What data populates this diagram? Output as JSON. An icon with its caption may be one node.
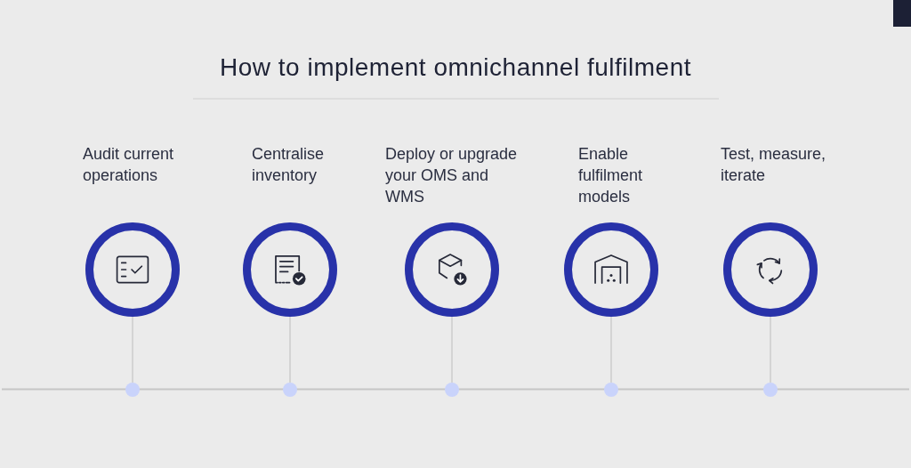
{
  "diagram": {
    "title": "How to implement omnichannel fulfilment",
    "nodes": [
      {
        "text": [
          "Audit current operations"
        ]
      },
      {
        "text": [
          "Centralise inventory"
        ]
      },
      {
        "text": [
          "Deploy or upgrade your OMS and WMS"
        ]
      },
      {
        "text": [
          "Enable fulfilment models"
        ]
      },
      {
        "text": [
          "Test, measure, iterate"
        ]
      },
      {
        "text": [],
        "shape": "circle"
      },
      {
        "text": [],
        "shape": "circle"
      },
      {
        "text": [],
        "shape": "circle"
      },
      {
        "text": [],
        "shape": "circle"
      },
      {
        "text": [],
        "shape": "circle"
      }
    ],
    "edges": [
      {
        "from": 0,
        "to": 5,
        "arrow": "none"
      },
      {
        "from": 1,
        "to": 6,
        "arrow": "none"
      },
      {
        "from": 2,
        "to": 7,
        "arrow": "none"
      },
      {
        "from": 3,
        "to": 8,
        "arrow": "none"
      },
      {
        "from": 4,
        "to": 9,
        "arrow": "none"
      }
    ]
  }
}
